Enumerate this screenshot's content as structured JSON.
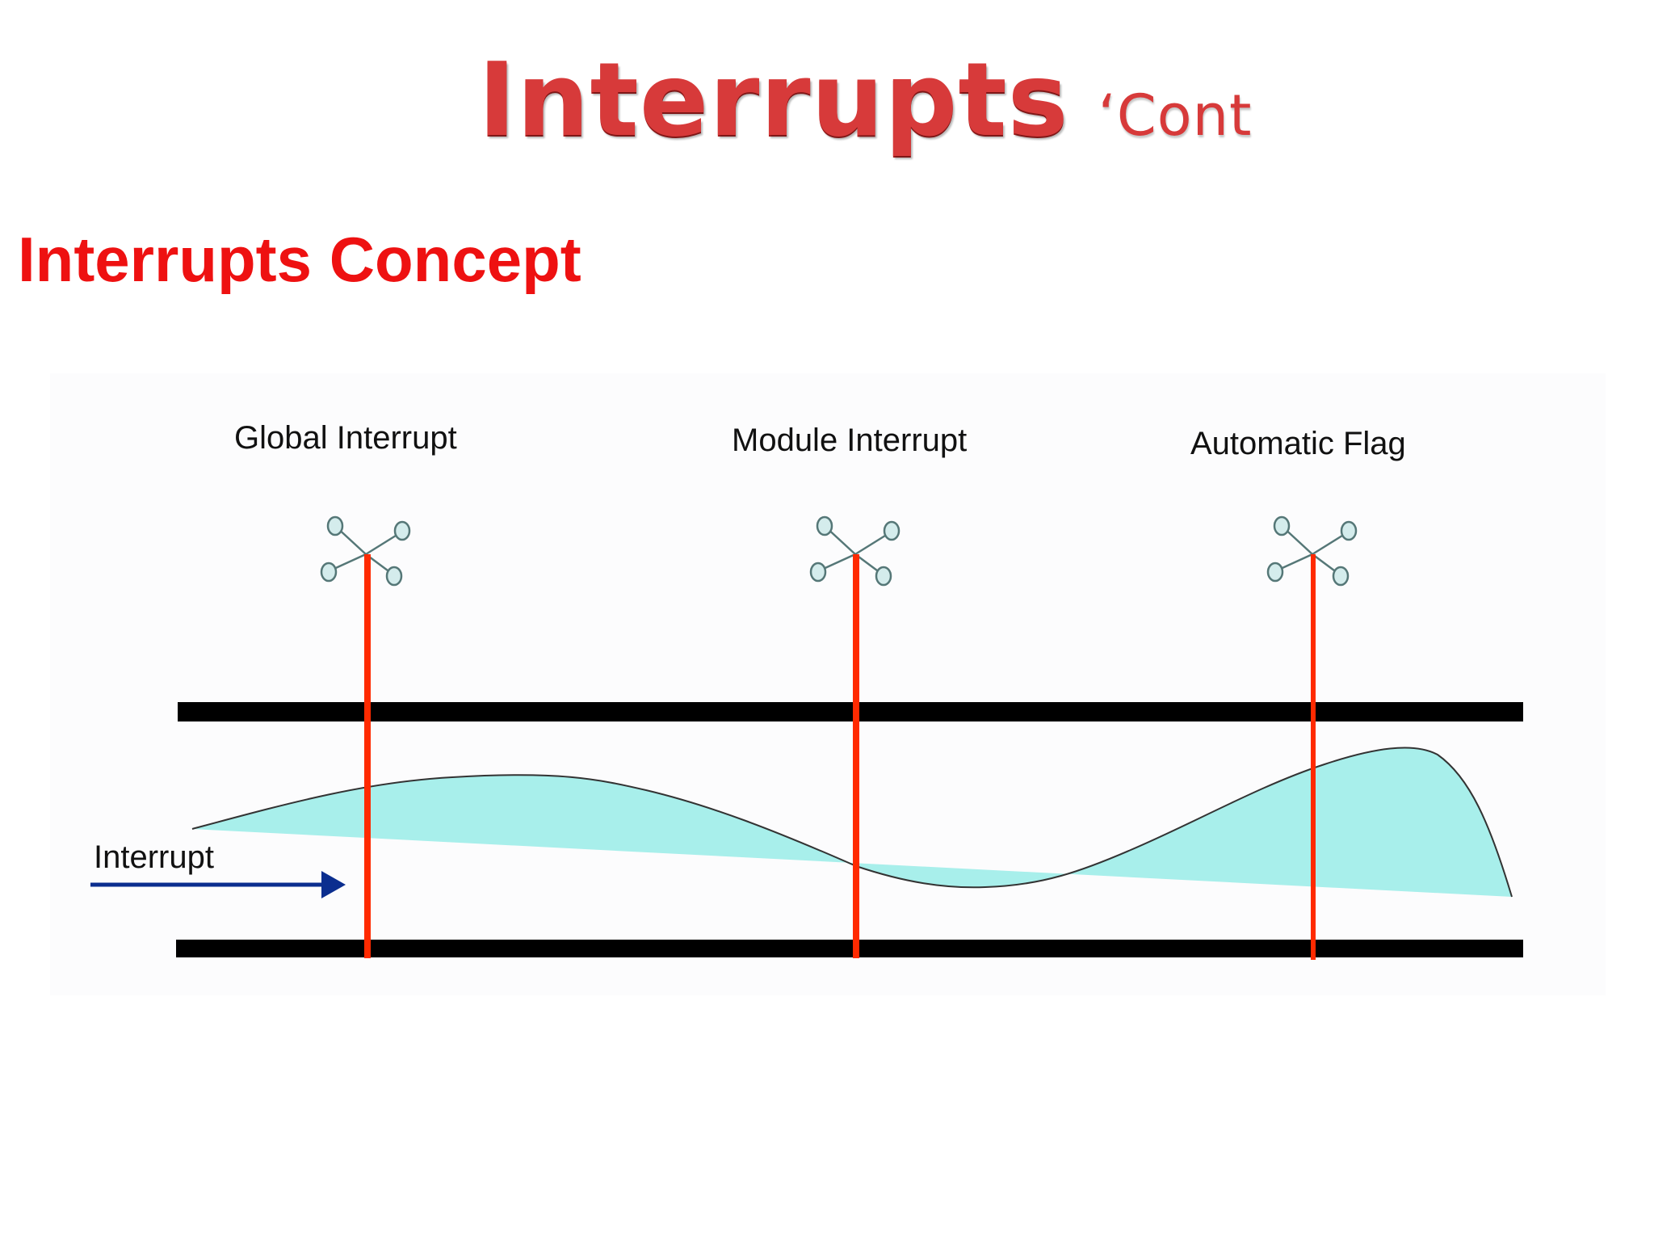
{
  "slide": {
    "title": "Interrupts",
    "title_suffix": "‘Cont",
    "subtitle": "Interrupts Concept"
  },
  "diagram": {
    "switch_labels": [
      "Global Interrupt",
      "Module Interrupt",
      "Automatic Flag"
    ],
    "input_label": "Interrupt"
  },
  "colors": {
    "title": "#d73a3a",
    "subtitle": "#ee1111",
    "rail": "#000000",
    "switch_line": "#ff2a00",
    "wave_fill": "#a8efeb",
    "wave_stroke": "#333333",
    "arrow": "#0b2e8f",
    "switch_node": "#d4ecec"
  },
  "icons": {
    "switch": "switch-icon",
    "arrow": "arrow-right-icon"
  }
}
